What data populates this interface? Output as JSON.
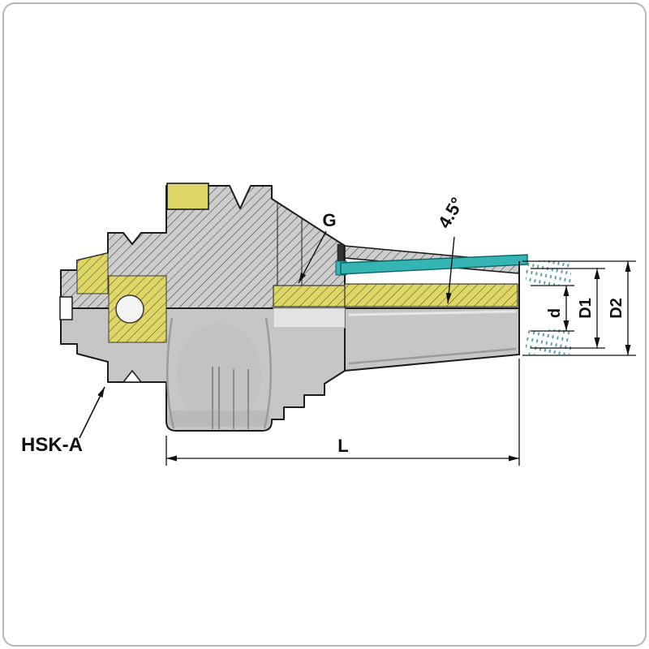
{
  "diagram": {
    "type": "technical-drawing",
    "labels": {
      "g": "G",
      "angle": "4.5°",
      "d": "d",
      "d1": "D1",
      "d2": "D2",
      "l": "L",
      "hsk": "HSK-A"
    },
    "colors": {
      "outline": "#1c1c1c",
      "body_gray": "#c6c6c6",
      "hatch_gray": "#cdcdcd",
      "section_yellow": "#ded768",
      "coolant_teal": "#35b4b4"
    }
  }
}
